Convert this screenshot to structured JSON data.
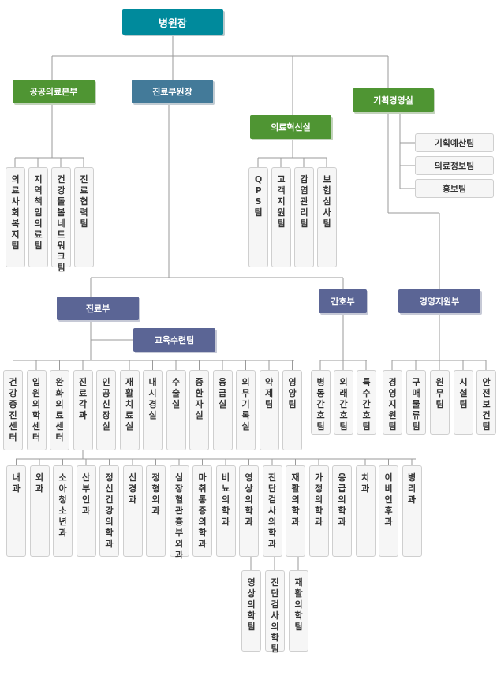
{
  "root": "병원장",
  "level1": {
    "public_med": "공공의료본부",
    "vice_director": "진료부원장",
    "innovation": "의료혁신실",
    "planning": "기획경영실"
  },
  "public_med_teams": [
    "의료사회복지팀",
    "지역책임의료팀",
    "건강돌봄네트워크팀",
    "진료협력팀"
  ],
  "innovation_teams": [
    "QPS팀",
    "고객지원팀",
    "감염관리팀",
    "보험심사팀"
  ],
  "planning_teams": [
    "기획예산팀",
    "의료정보팀",
    "홍보팀"
  ],
  "level2": {
    "medical": "진료부",
    "education": "교육수련팀",
    "nursing": "간호부",
    "admin": "경영지원부"
  },
  "medical_units": [
    "건강증진센터",
    "입원의학센터",
    "완화의료센터",
    "진료각과",
    "인공신장실",
    "재활치료실",
    "내시경실",
    "수술실",
    "중환자실",
    "응급실",
    "의무기록실",
    "약제팀",
    "영양팀"
  ],
  "nursing_teams": [
    "병동간호팀",
    "외래간호팀",
    "특수간호팀"
  ],
  "admin_teams": [
    "경영지원팀",
    "구매물류팀",
    "원무팀",
    "시설팀",
    "안전보건팀"
  ],
  "departments": [
    "내과",
    "외과",
    "소아청소년과",
    "산부인과",
    "정신건강의학과",
    "신경과",
    "정형외과",
    "심장혈관흉부외과",
    "마취통증의학과",
    "비뇨의학과",
    "영상의학과",
    "진단검사의학과",
    "재활의학과",
    "가정의학과",
    "응급의학과",
    "치과",
    "이비인후과",
    "병리과"
  ],
  "sub_teams": [
    "영상의학팀",
    "진단검사의학팀",
    "재활의학팀"
  ],
  "colors": {
    "root": "#008a9c",
    "green": "#4f9533",
    "steel": "#437a99",
    "indigo": "#5b6595",
    "line": "#9a9a9a"
  }
}
